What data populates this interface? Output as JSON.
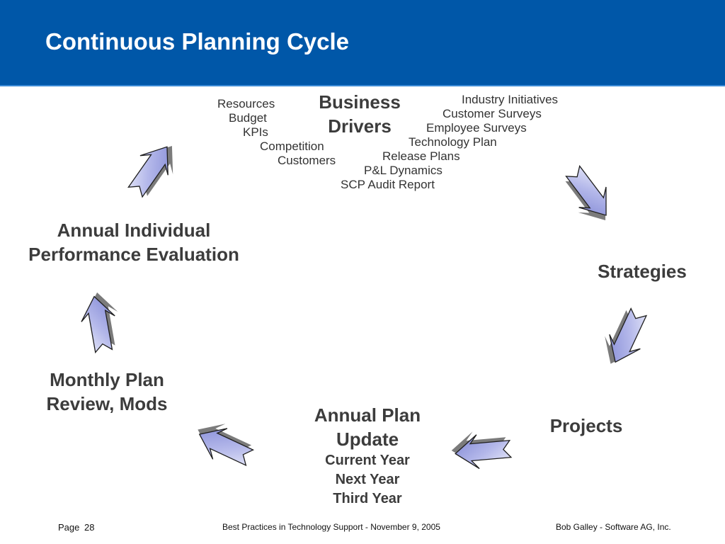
{
  "slide": {
    "title": "Continuous Planning Cycle",
    "header_color": "#0057A8",
    "arrow_color": "#9aa0e0"
  },
  "diagram": {
    "business_drivers": {
      "line1": "Business",
      "line2": "Drivers"
    },
    "left_items": [
      "Resources",
      "Budget",
      "KPIs",
      "Competition",
      "Customers"
    ],
    "right_items": [
      "Industry Initiatives",
      "Customer Surveys",
      "Employee Surveys",
      "Technology Plan",
      "Release Plans",
      "P&L Dynamics",
      "SCP Audit Report"
    ],
    "strategies": "Strategies",
    "projects": "Projects",
    "annual_plan": {
      "line1": "Annual Plan",
      "line2": "Update",
      "years": [
        "Current Year",
        "Next Year",
        "Third Year"
      ]
    },
    "monthly_plan": {
      "line1": "Monthly Plan",
      "line2": "Review, Mods"
    },
    "annual_eval": {
      "line1": "Annual Individual",
      "line2": "Performance Evaluation"
    }
  },
  "footer": {
    "page_label": "Page",
    "page_number": "28",
    "center": "Best Practices in Technology Support - November 9, 2005",
    "right": "Bob Galley - Software AG, Inc."
  }
}
